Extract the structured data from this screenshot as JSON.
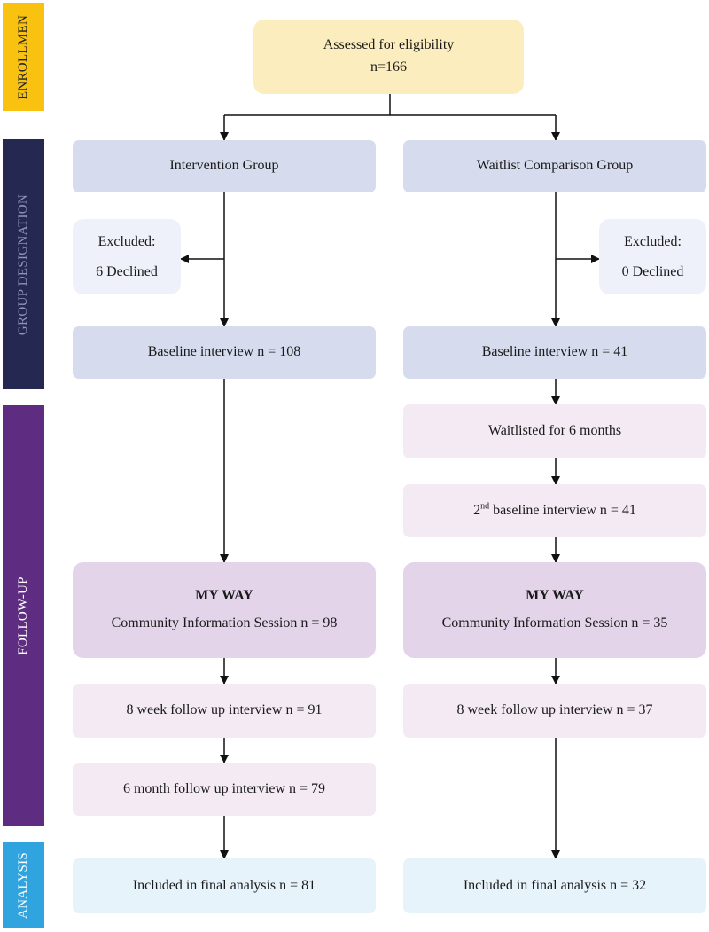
{
  "phases": {
    "enrollment": "ENROLLMEN",
    "group_designation": "GROUP DESIGNATION",
    "follow_up": "FOLLOW-UP",
    "analysis": "ANALYSIS"
  },
  "colors": {
    "enrollment": "#f9c211",
    "group_designation": "#252850",
    "follow_up": "#5e2c80",
    "analysis": "#30a4de",
    "assessed_box": "#fcedbe",
    "group_box": "#d6dcee",
    "pink_box": "#f3eaf4",
    "myway_box": "#e3d4ea",
    "analysis_box": "#e6f3fb"
  },
  "assessed": {
    "line1": "Assessed for eligibility",
    "line2": "n=166"
  },
  "intervention": {
    "group": "Intervention Group",
    "excluded_label": "Excluded:",
    "excluded_value": "6 Declined",
    "baseline": "Baseline interview n = 108",
    "myway_title": "MY WAY",
    "myway_session": "Community Information Session n = 98",
    "followup_8week": "8 week follow up interview n = 91",
    "followup_6month": "6 month follow up interview n = 79",
    "final": "Included in final analysis n = 81"
  },
  "waitlist": {
    "group": "Waitlist Comparison Group",
    "excluded_label": "Excluded:",
    "excluded_value": "0 Declined",
    "baseline": "Baseline interview n = 41",
    "waitlisted": "Waitlisted for 6 months",
    "second_baseline_num": "2",
    "second_baseline_sup": "nd",
    "second_baseline_rest": " baseline interview n = 41",
    "myway_title": "MY WAY",
    "myway_session": "Community Information Session n = 35",
    "followup_8week": "8 week follow up interview n = 37",
    "final": "Included in final analysis n = 32"
  }
}
